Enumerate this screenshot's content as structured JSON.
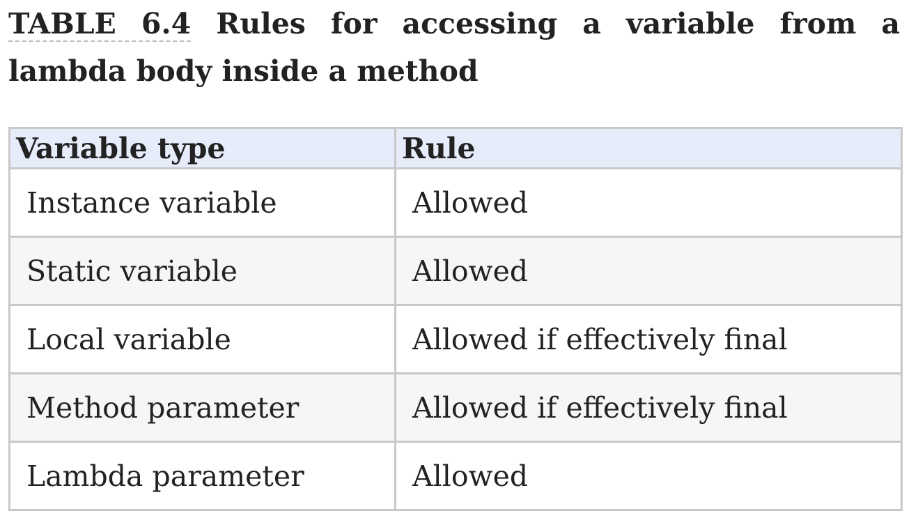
{
  "caption": {
    "label": "TABLE",
    "number": "6.4",
    "title": "Rules for accessing a variable from a lambda body inside a method"
  },
  "table": {
    "headers": [
      "Variable type",
      "Rule"
    ],
    "rows": [
      {
        "variable_type": "Instance variable",
        "rule": "Allowed"
      },
      {
        "variable_type": "Static variable",
        "rule": "Allowed"
      },
      {
        "variable_type": "Local variable",
        "rule": "Allowed if effectively final"
      },
      {
        "variable_type": "Method parameter",
        "rule": "Allowed if effectively final"
      },
      {
        "variable_type": "Lambda parameter",
        "rule": "Allowed"
      }
    ]
  }
}
